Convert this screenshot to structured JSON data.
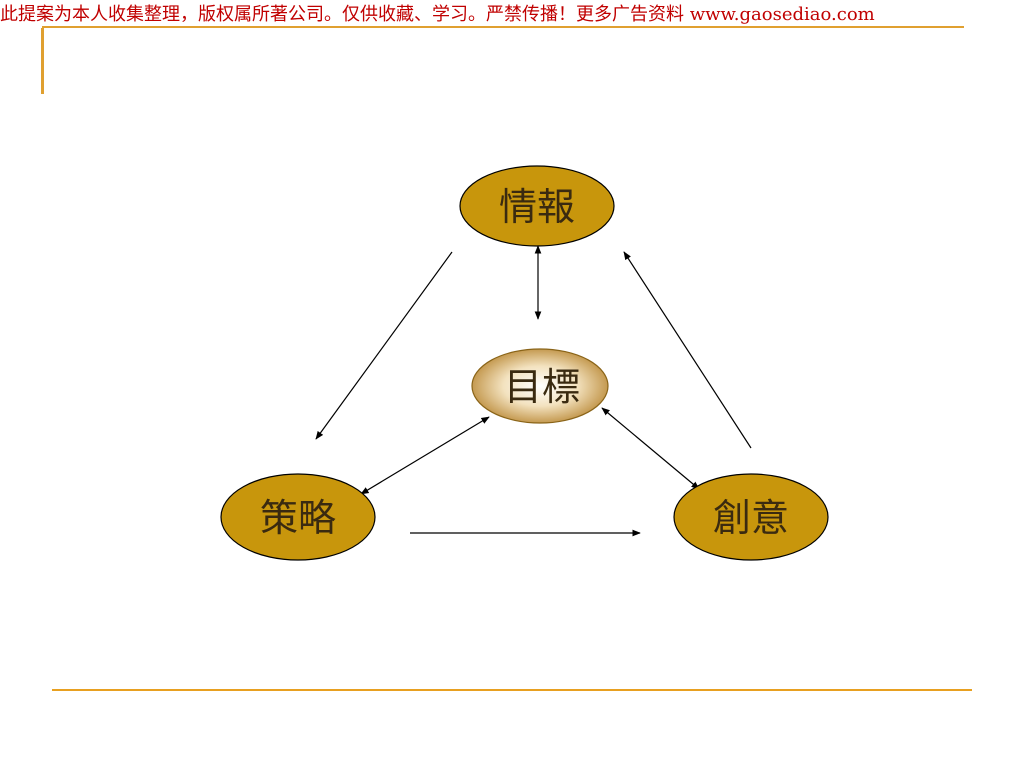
{
  "header": {
    "banner_text": "此提案为本人收集整理，版权属所著公司。仅供收藏、学习。严禁传播！更多广告资料 www.gaosediao.com"
  },
  "diagram": {
    "nodes": {
      "top": "情報",
      "center": "目標",
      "left": "策略",
      "right": "創意"
    }
  },
  "colors": {
    "node_fill": "#c8960c",
    "banner_text": "#c00000",
    "rule": "#e0a030"
  }
}
